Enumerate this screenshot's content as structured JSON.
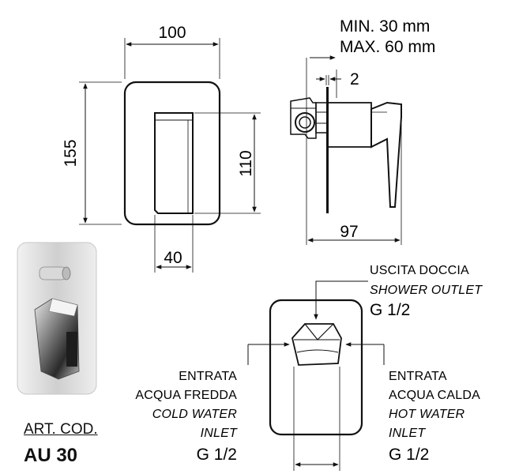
{
  "dimensions": {
    "width": "100",
    "height": "155",
    "handle_height": "110",
    "handle_width": "40",
    "thickness": "2",
    "depth": "97",
    "min_wall": "MIN. 30 mm",
    "max_wall": "MAX. 60 mm"
  },
  "outlet": {
    "line1": "USCITA DOCCIA",
    "line2": "SHOWER OUTLET",
    "line3": "G 1/2"
  },
  "cold_inlet": {
    "line1": "ENTRATA",
    "line2": "ACQUA FREDDA",
    "line3": "COLD WATER",
    "line4": "INLET",
    "line5": "G 1/2"
  },
  "hot_inlet": {
    "line1": "ENTRATA",
    "line2": "ACQUA CALDA",
    "line3": "HOT WATER",
    "line4": "INLET",
    "line5": "G 1/2"
  },
  "article": {
    "label": "ART. COD.",
    "code": "AU 30"
  }
}
